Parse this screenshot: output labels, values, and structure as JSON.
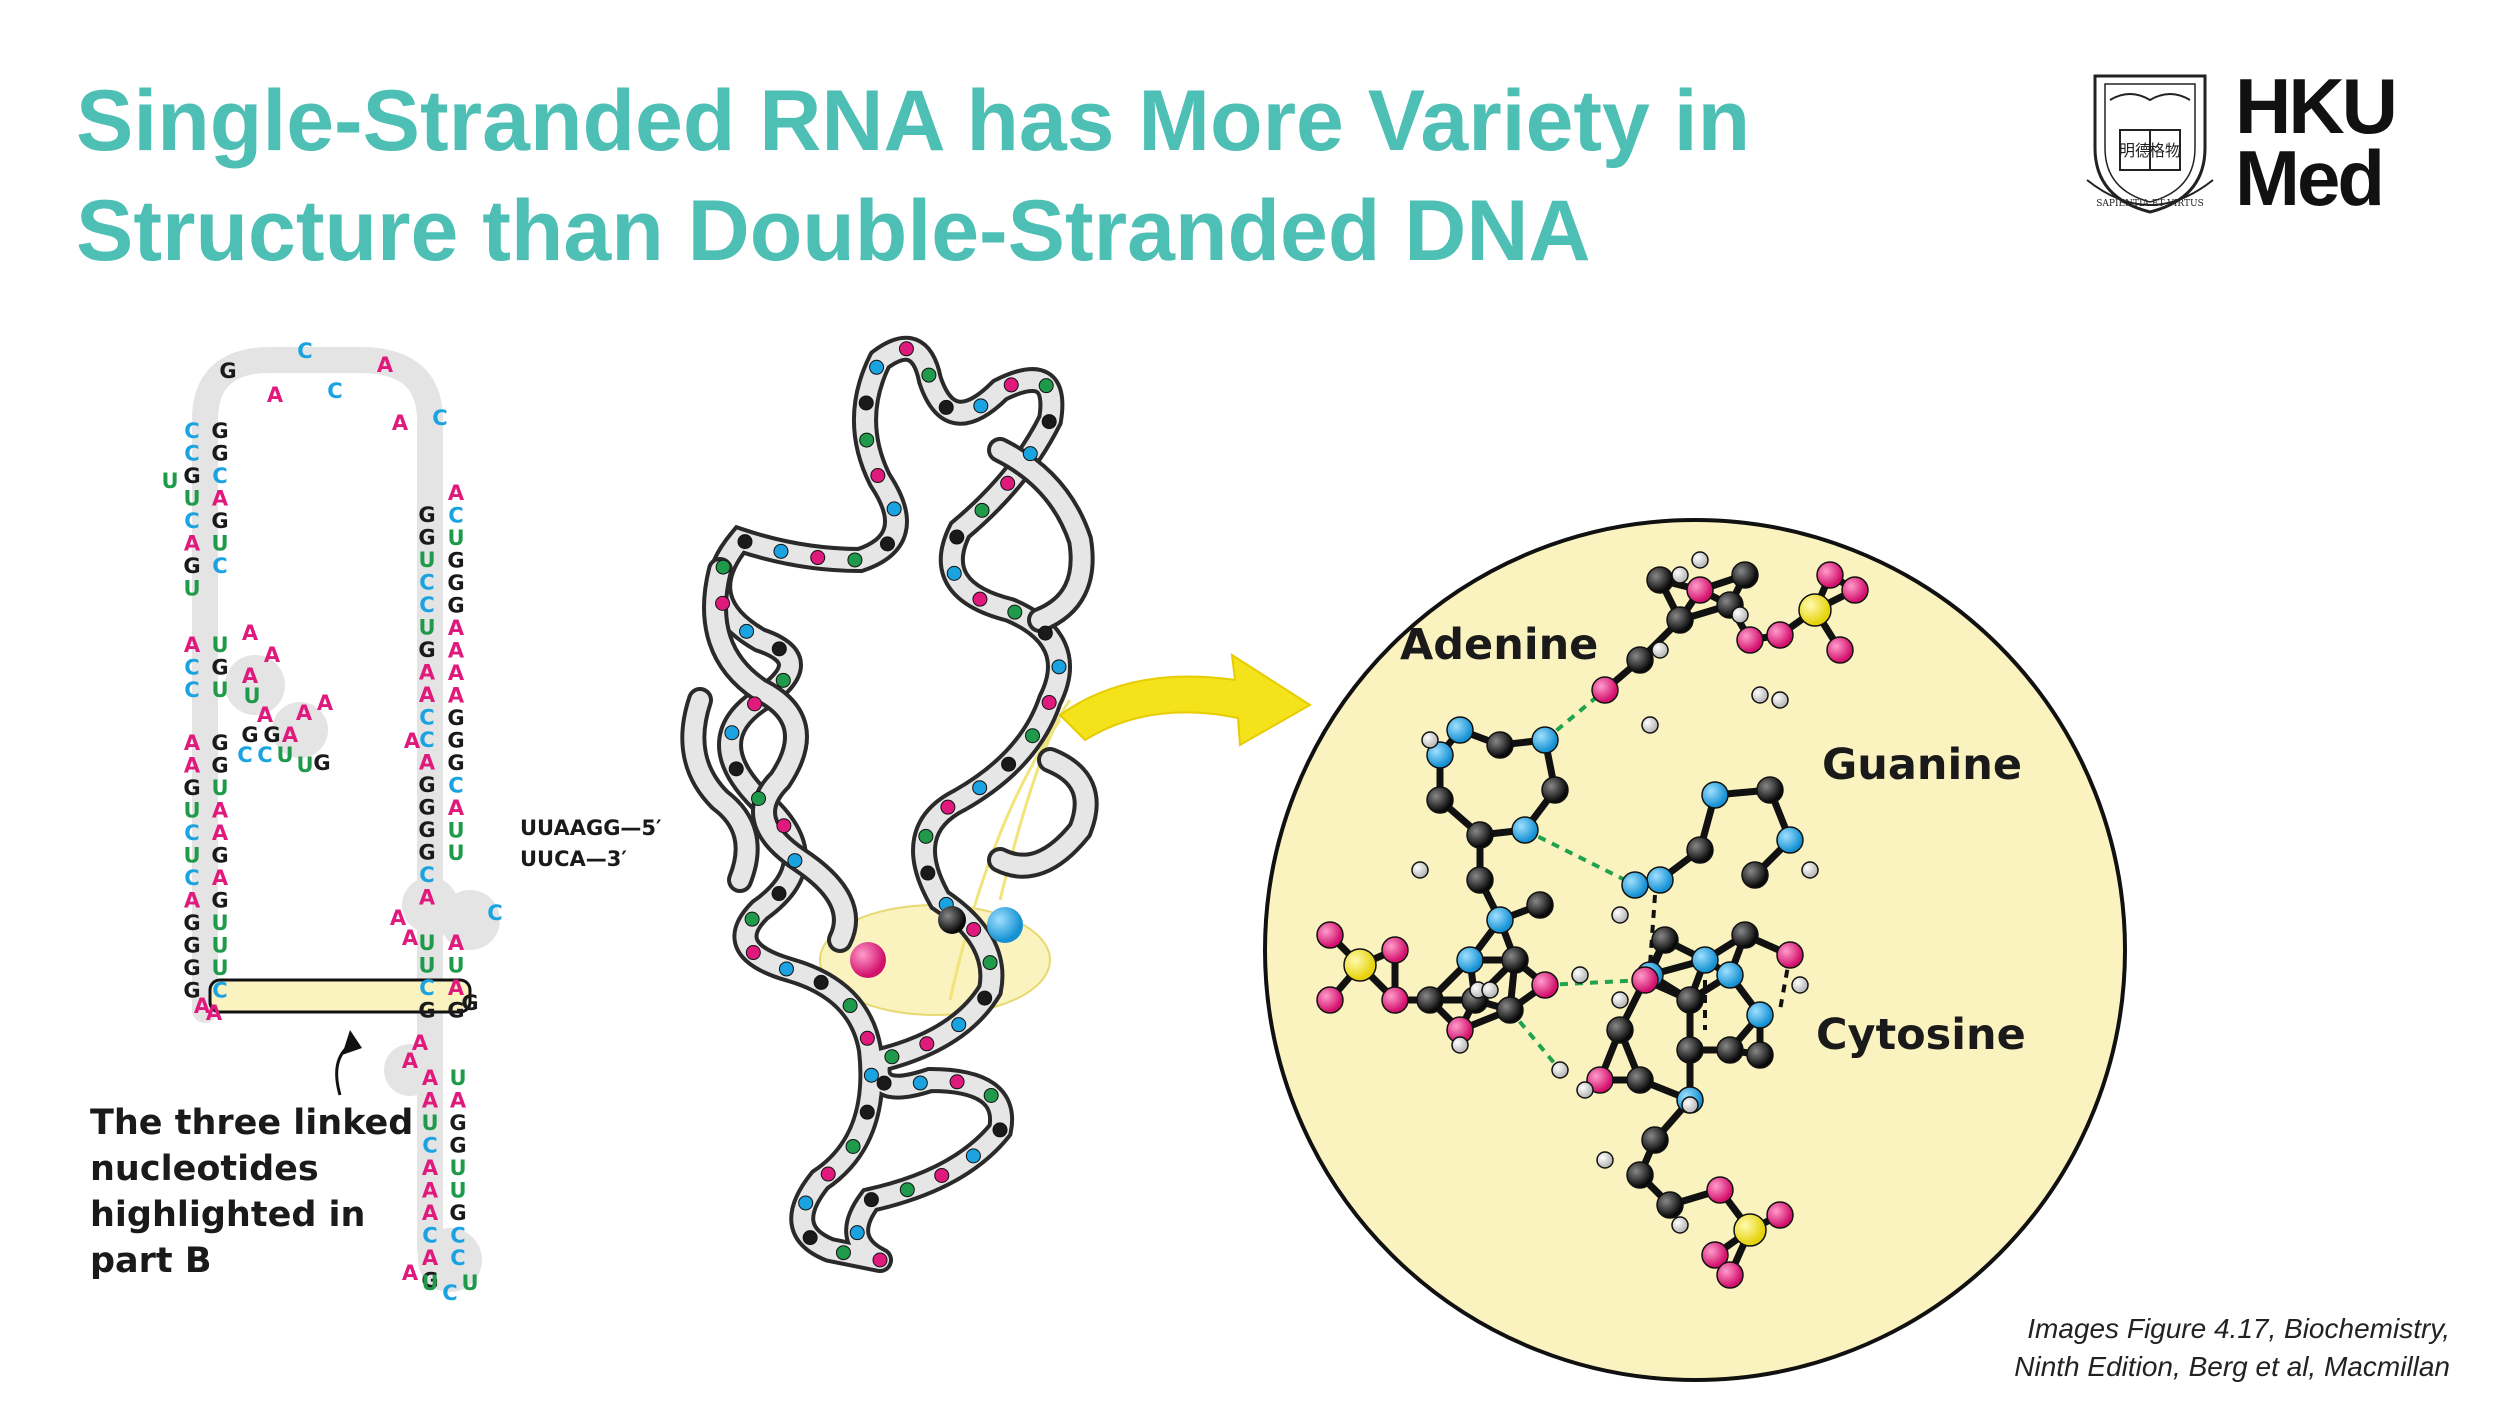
{
  "title": {
    "line1": "Single-Stranded RNA has More Variety in",
    "line2": "Structure than Double-Stranded DNA"
  },
  "logo": {
    "line1": "HKU",
    "line2": "Med",
    "motto": "SAPIENTIA ET VIRTUS",
    "seal_text": "明德格物"
  },
  "part_a": {
    "end5": "UUAAGG—5′",
    "end3": "UUCA—3′",
    "caption": [
      "The three linked",
      "nucleotides",
      "highlighted in",
      "part B"
    ]
  },
  "part_c": {
    "labels": {
      "adenine": "Adenine",
      "guanine": "Guanine",
      "cytosine": "Cytosine"
    }
  },
  "credit": {
    "line1": "Images Figure 4.17, Biochemistry,",
    "line2": "Ninth Edition, Berg et al, Macmillan"
  },
  "colors": {
    "title": "#4dbfb4",
    "A": "#e0197d",
    "C": "#1aa3e0",
    "G": "#1a1a1a",
    "U": "#1f9a4a",
    "highlight": "#faf3c0",
    "arrow": "#f4e21a"
  }
}
